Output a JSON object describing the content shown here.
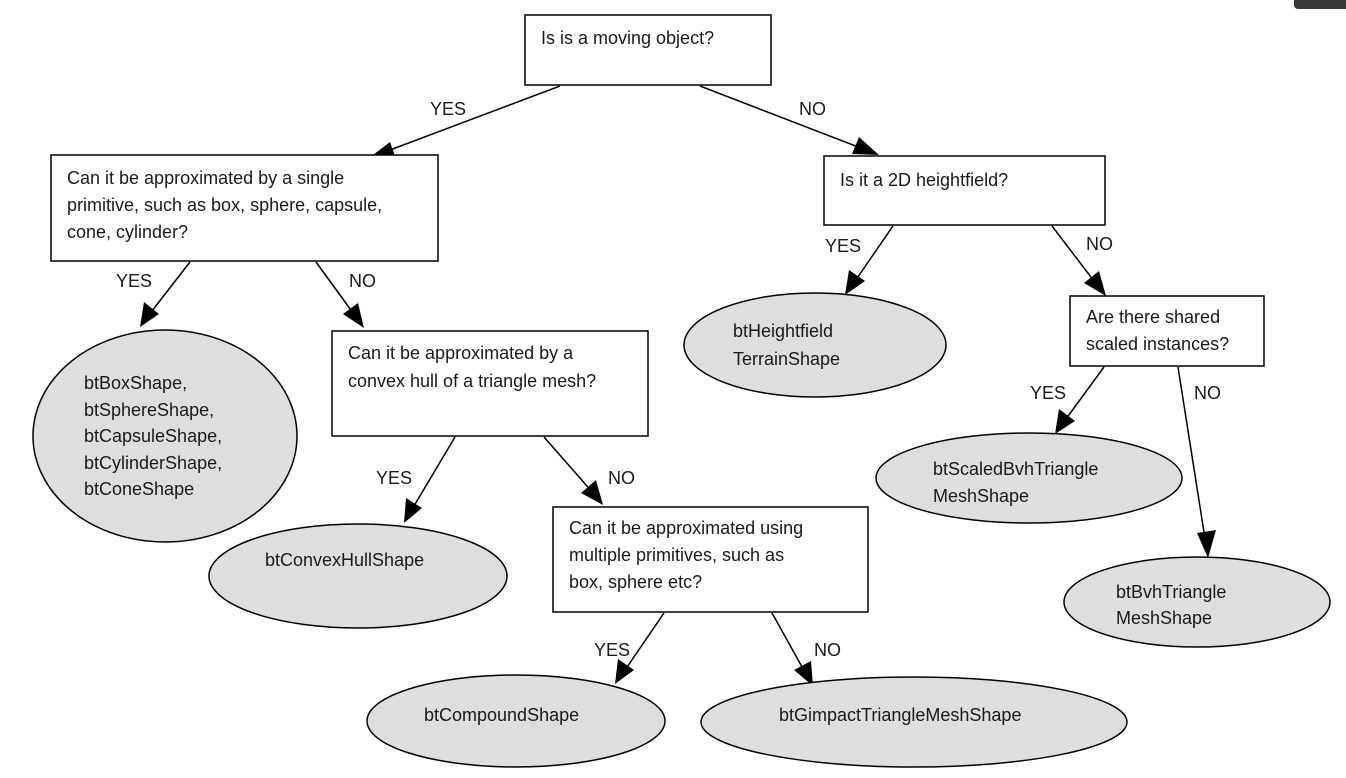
{
  "decisions": {
    "moving": "Is is a moving object?",
    "primitive": [
      "Can it be approximated by a single",
      "primitive, such as box, sphere, capsule,",
      "cone, cylinder?"
    ],
    "convex": [
      "Can it be approximated by a",
      "convex hull of a triangle mesh?"
    ],
    "multiple": [
      "Can it be approximated using",
      "multiple primitives, such as",
      "box, sphere etc?"
    ],
    "heightfield": "Is it a 2D heightfield?",
    "shared": [
      "Are there shared",
      "scaled instances?"
    ]
  },
  "shapes": {
    "primitives": [
      "btBoxShape,",
      "btSphereShape,",
      "btCapsuleShape,",
      "btCylinderShape,",
      "btConeShape"
    ],
    "convex_hull": "btConvexHullShape",
    "compound": "btCompoundShape",
    "gimpact": "btGimpactTriangleMeshShape",
    "heightfield": [
      "btHeightfield",
      "TerrainShape"
    ],
    "scaled_bvh": [
      "btScaledBvhTriangle",
      "MeshShape"
    ],
    "bvh": [
      "btBvhTriangle",
      "MeshShape"
    ]
  },
  "edge_labels": {
    "yes": "YES",
    "no": "NO"
  },
  "colors": {
    "leaf_fill": "#dedede",
    "stroke": "#000000",
    "text": "#1a1a1a"
  }
}
